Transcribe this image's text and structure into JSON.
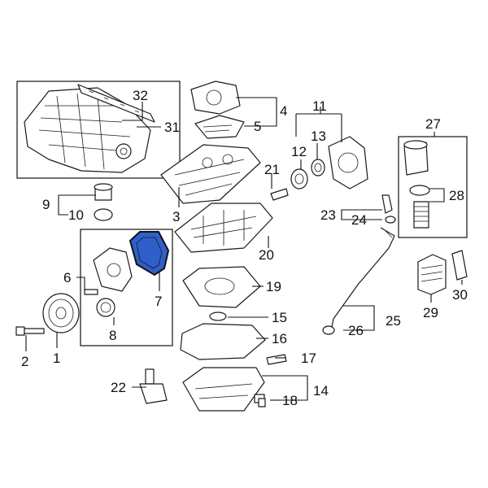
{
  "diagram": {
    "highlight_color": "#2f5fc9",
    "callouts": {
      "c1": "1",
      "c2": "2",
      "c3": "3",
      "c4": "4",
      "c5": "5",
      "c6": "6",
      "c7": "7",
      "c8": "8",
      "c9": "9",
      "c10": "10",
      "c11": "11",
      "c12": "12",
      "c13": "13",
      "c14": "14",
      "c15": "15",
      "c16": "16",
      "c17": "17",
      "c18": "18",
      "c19": "19",
      "c20": "20",
      "c21": "21",
      "c22": "22",
      "c23": "23",
      "c24": "24",
      "c25": "25",
      "c26": "26",
      "c27": "27",
      "c28": "28",
      "c29": "29",
      "c30": "30",
      "c31": "31",
      "c32": "32"
    }
  }
}
